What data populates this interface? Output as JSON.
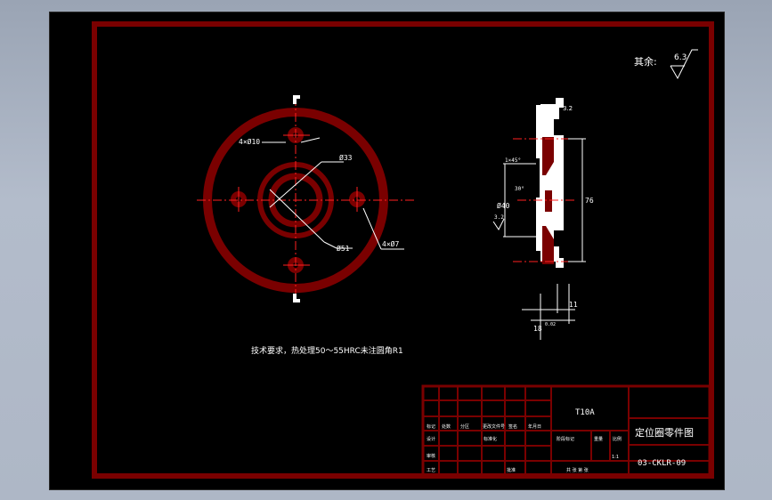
{
  "drawing": {
    "roughness_label": "其余:",
    "roughness_value": "6.3",
    "tech_requirements": "技术要求，热处理50～55HRC未注圆角R1",
    "dimensions": {
      "hole_small": "4×Ø10",
      "diameter_33": "Ø33",
      "diameter_51": "Ø51",
      "hole_pattern": "4×Ø7",
      "chamfer": "1×45°",
      "diameter_40": "Ø40",
      "height_76": "76",
      "width_11": "11",
      "width_18": "18",
      "tol_18": "0.02",
      "angle_30": "30°",
      "roughness_side": "3.2"
    }
  },
  "title_block": {
    "material": "T10A",
    "part_name": "定位圈零件图",
    "drawing_number": "03-CKLR-09",
    "scale": "1:1",
    "row_labels": [
      "标记",
      "处数",
      "分区",
      "更改文件号",
      "签名",
      "年月日"
    ],
    "designer_label": "设计",
    "standard_label": "标准化",
    "review_label": "审核",
    "craft_label": "工艺",
    "approve_label": "批准",
    "stage_label": "阶段标记",
    "weight_label": "重量",
    "ratio_label": "比例",
    "sheet_label": "共 张 第 张"
  }
}
